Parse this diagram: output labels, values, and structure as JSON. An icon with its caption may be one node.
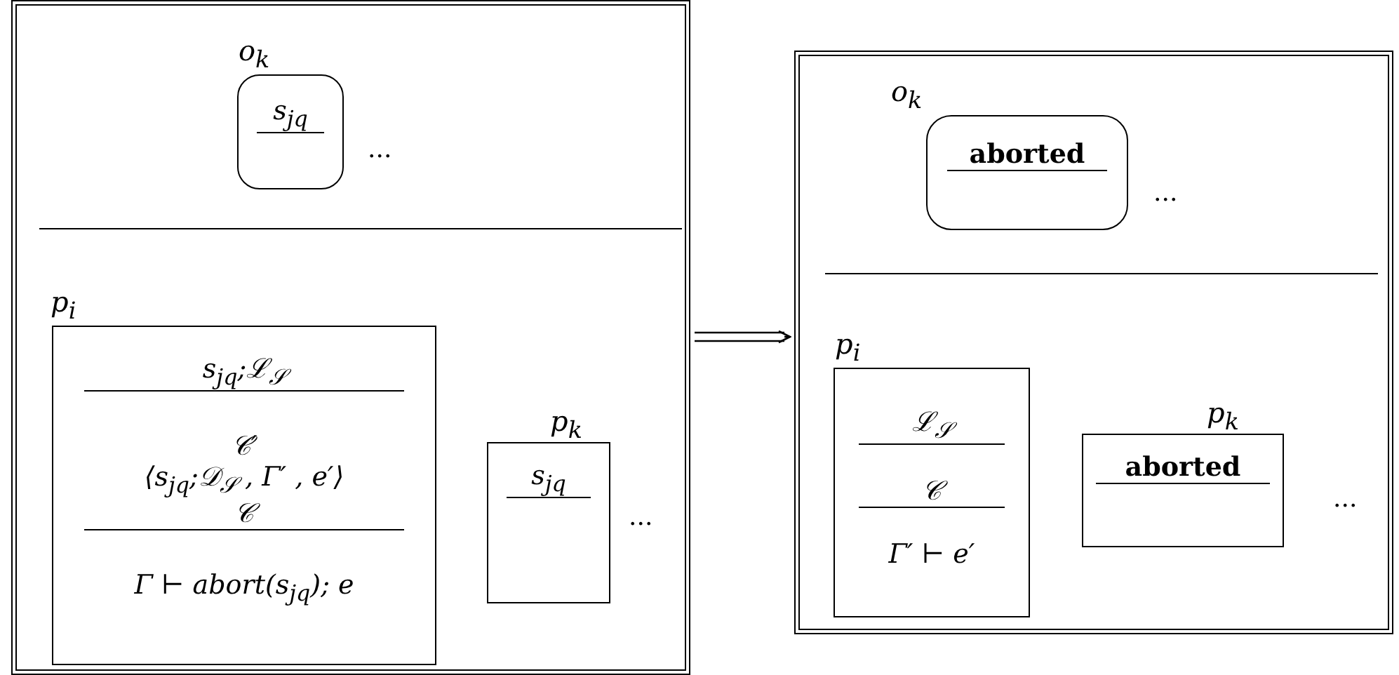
{
  "diagram": {
    "nodes": [
      {
        "text": [],
        "shape": "box"
      },
      {
        "text": [
          "o$_{k}$",
          "s$_{jq}$"
        ],
        "in": 0
      },
      {
        "text": [
          "p$_{i}$",
          "s$_{jq}$;ℒ$_{𝒮}$",
          "𝒞′",
          "⟨s$_{jq}$;𝒟$_{𝒮}$ , Γ′ , e′⟩",
          "𝒞",
          "Γ ⊢ abort(s$_{jq}$); e"
        ],
        "in": 0
      },
      {
        "text": [
          "p$_{k}$",
          "s$_{jq}$"
        ],
        "in": 0
      },
      {
        "text": [],
        "shape": "box"
      },
      {
        "text": [
          "o$_{k}$",
          "aborted"
        ],
        "in": 4
      },
      {
        "text": [
          "p$_{i}$",
          "ℒ$_{𝒮}$",
          "𝒞",
          "Γ′ ⊢ e′"
        ],
        "in": 4
      },
      {
        "text": [
          "p$_{k}$",
          "aborted"
        ],
        "in": 4
      }
    ],
    "edges": [
      {
        "from": 0,
        "to": 4,
        "arrow": "to"
      }
    ],
    "labels": [
      "...",
      "...",
      "...",
      "..."
    ]
  }
}
